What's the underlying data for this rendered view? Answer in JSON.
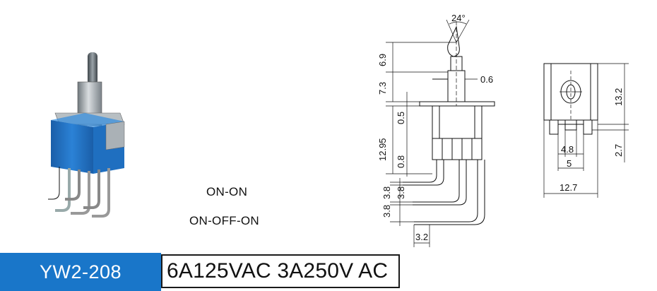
{
  "product": {
    "model": "YW2-208",
    "rating": "6A125VAC 3A250V AC",
    "modes": [
      "ON-ON",
      "ON-OFF-ON"
    ]
  },
  "dimensions": {
    "angle": "24°",
    "d_6_9": "6.9",
    "d_7_3": "7.3",
    "d_0_6": "0.6",
    "d_0_5": "0.5",
    "d_12_95": "12.95",
    "d_0_8": "0.8",
    "d_3_8a": "3.8",
    "d_3_8b": "3.8",
    "d_3_8c": "3.8",
    "d_3_2": "3.2",
    "d_13_2": "13.2",
    "d_2_7": "2.7",
    "d_4_8": "4.8",
    "d_5": "5",
    "d_12_7": "12.7"
  },
  "colors": {
    "model_bg": "#1976c9",
    "switch_body": "#1f6fc0",
    "metal": "#9aa3a8"
  }
}
